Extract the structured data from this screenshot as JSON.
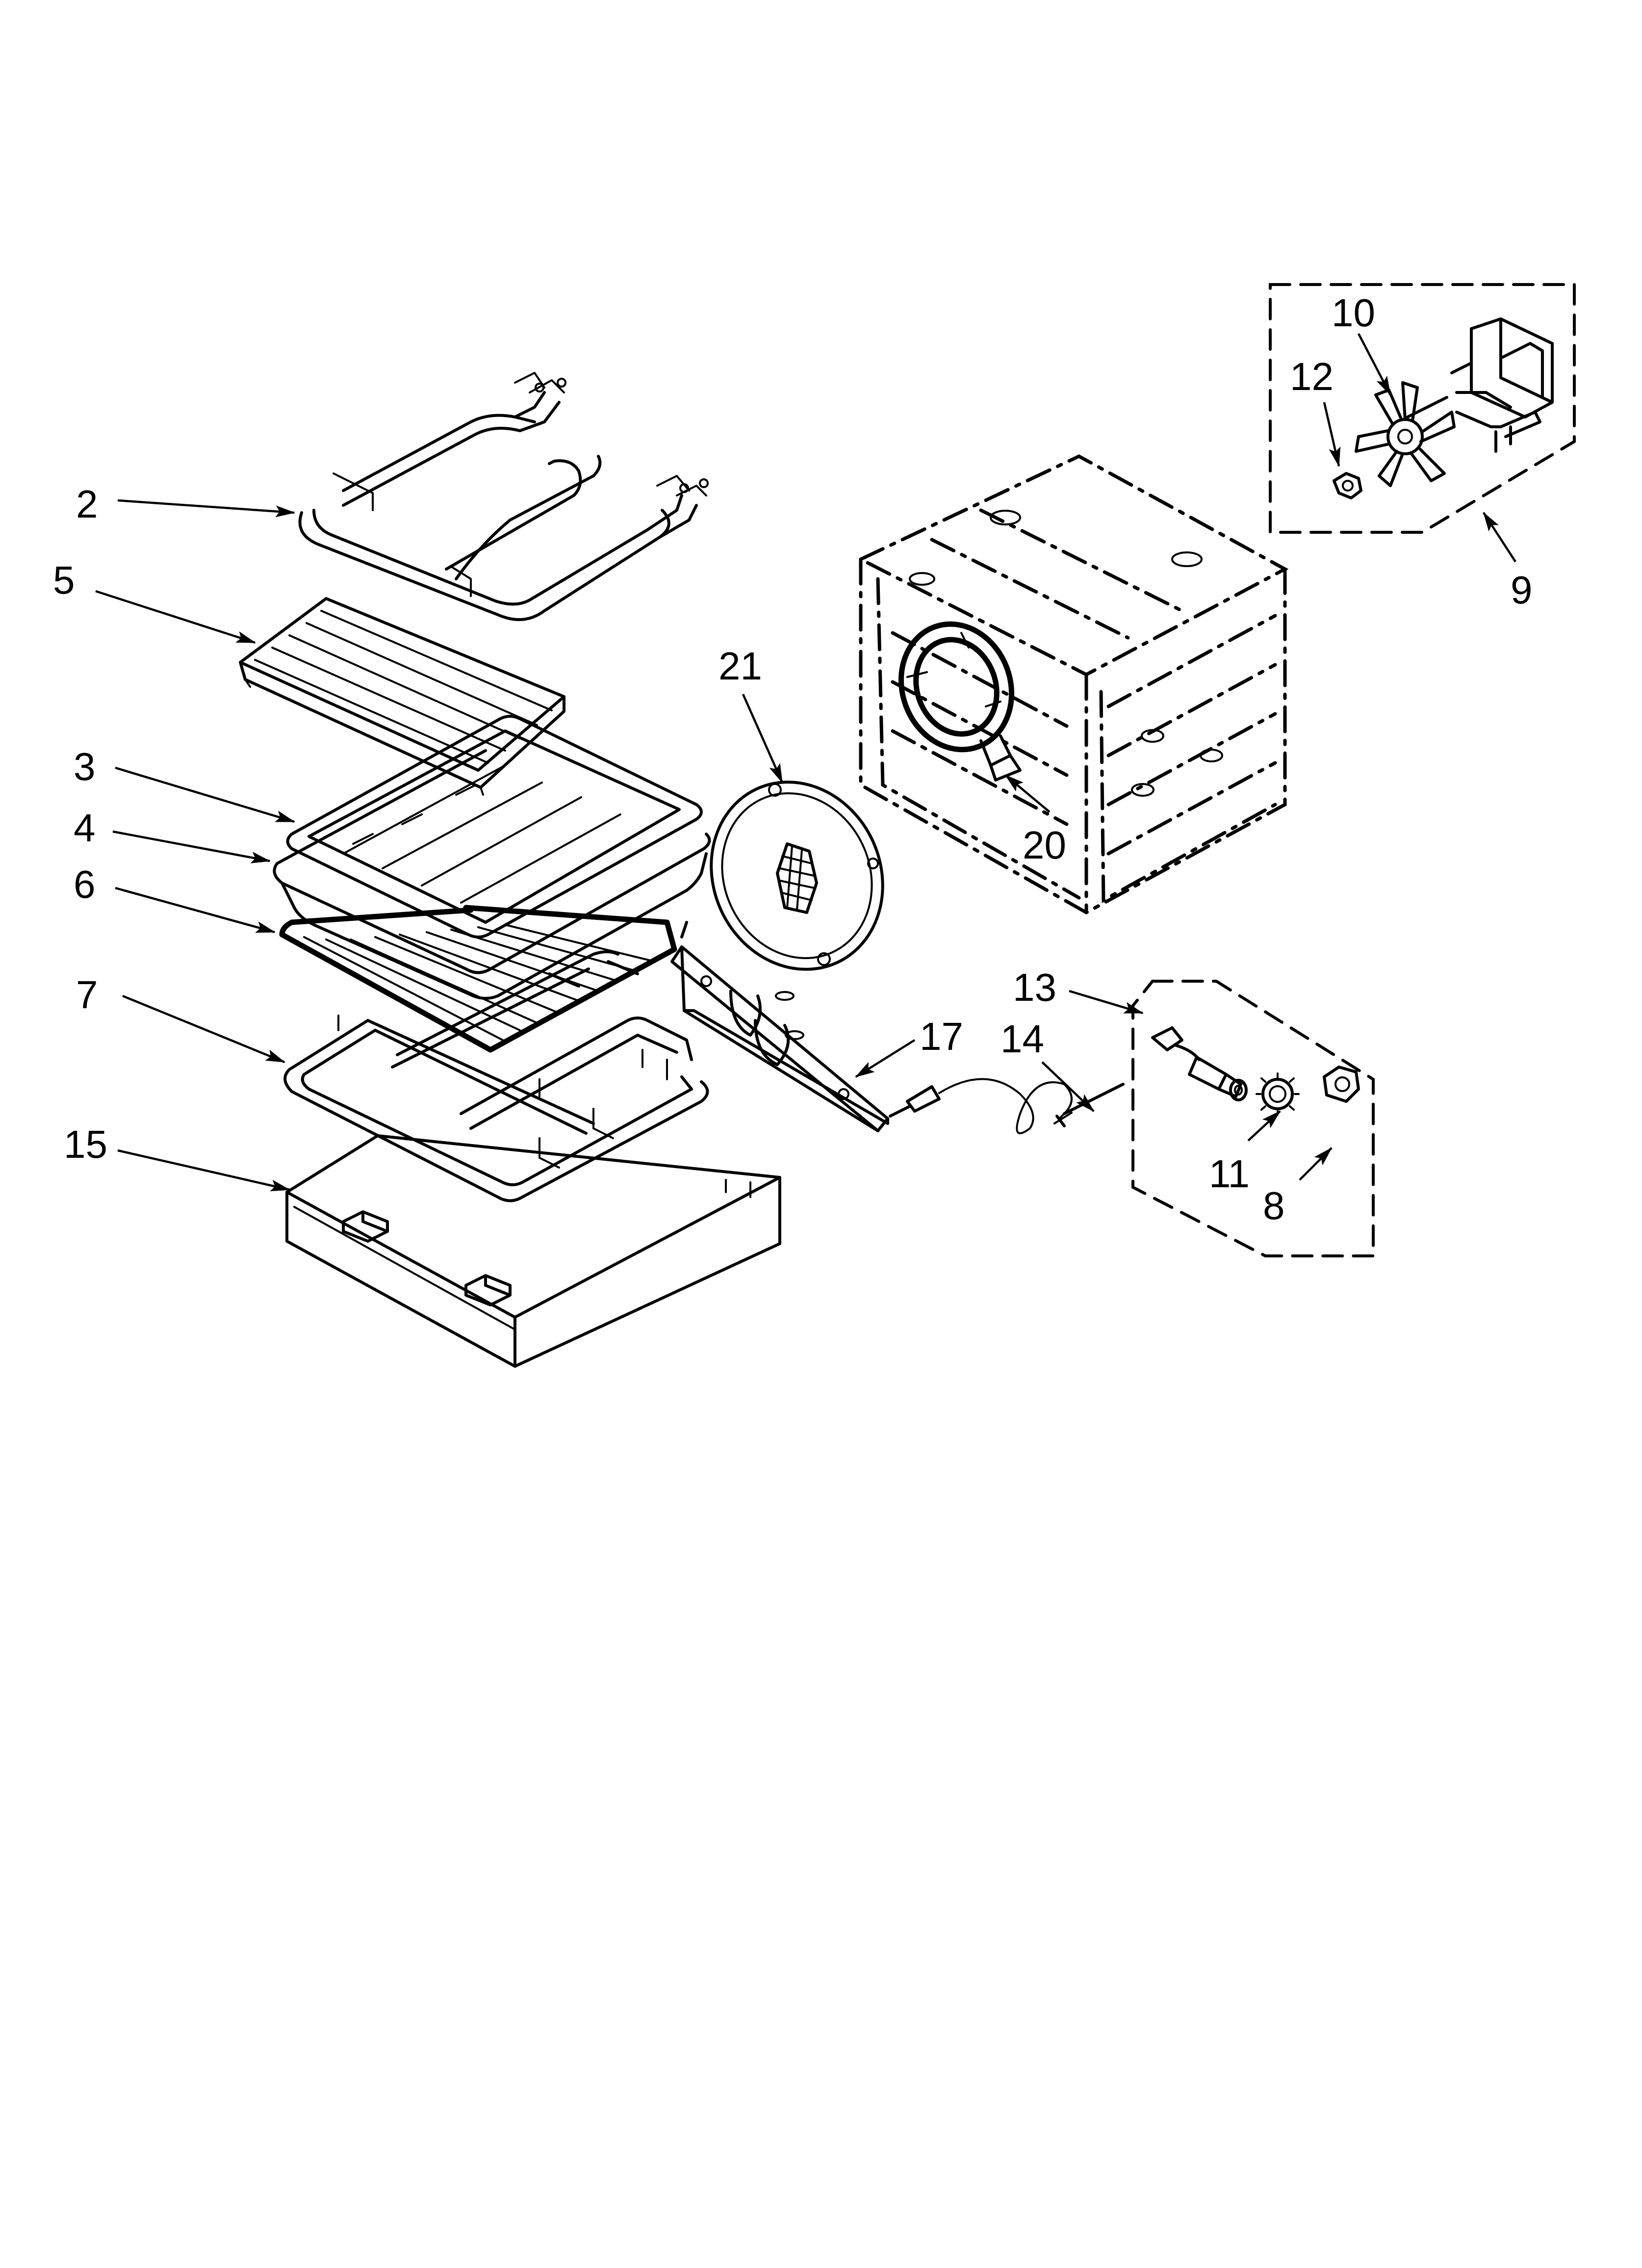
{
  "diagram": {
    "callouts": [
      {
        "id": "c2",
        "text": "2"
      },
      {
        "id": "c5",
        "text": "5"
      },
      {
        "id": "c3",
        "text": "3"
      },
      {
        "id": "c4",
        "text": "4"
      },
      {
        "id": "c6",
        "text": "6"
      },
      {
        "id": "c7",
        "text": "7"
      },
      {
        "id": "c15",
        "text": "15"
      },
      {
        "id": "c21",
        "text": "21"
      },
      {
        "id": "c20",
        "text": "20"
      },
      {
        "id": "c17",
        "text": "17"
      },
      {
        "id": "c13",
        "text": "13"
      },
      {
        "id": "c14",
        "text": "14"
      },
      {
        "id": "c11",
        "text": "11"
      },
      {
        "id": "c8",
        "text": "8"
      },
      {
        "id": "c10",
        "text": "10"
      },
      {
        "id": "c12",
        "text": "12"
      },
      {
        "id": "c9",
        "text": "9"
      }
    ]
  }
}
